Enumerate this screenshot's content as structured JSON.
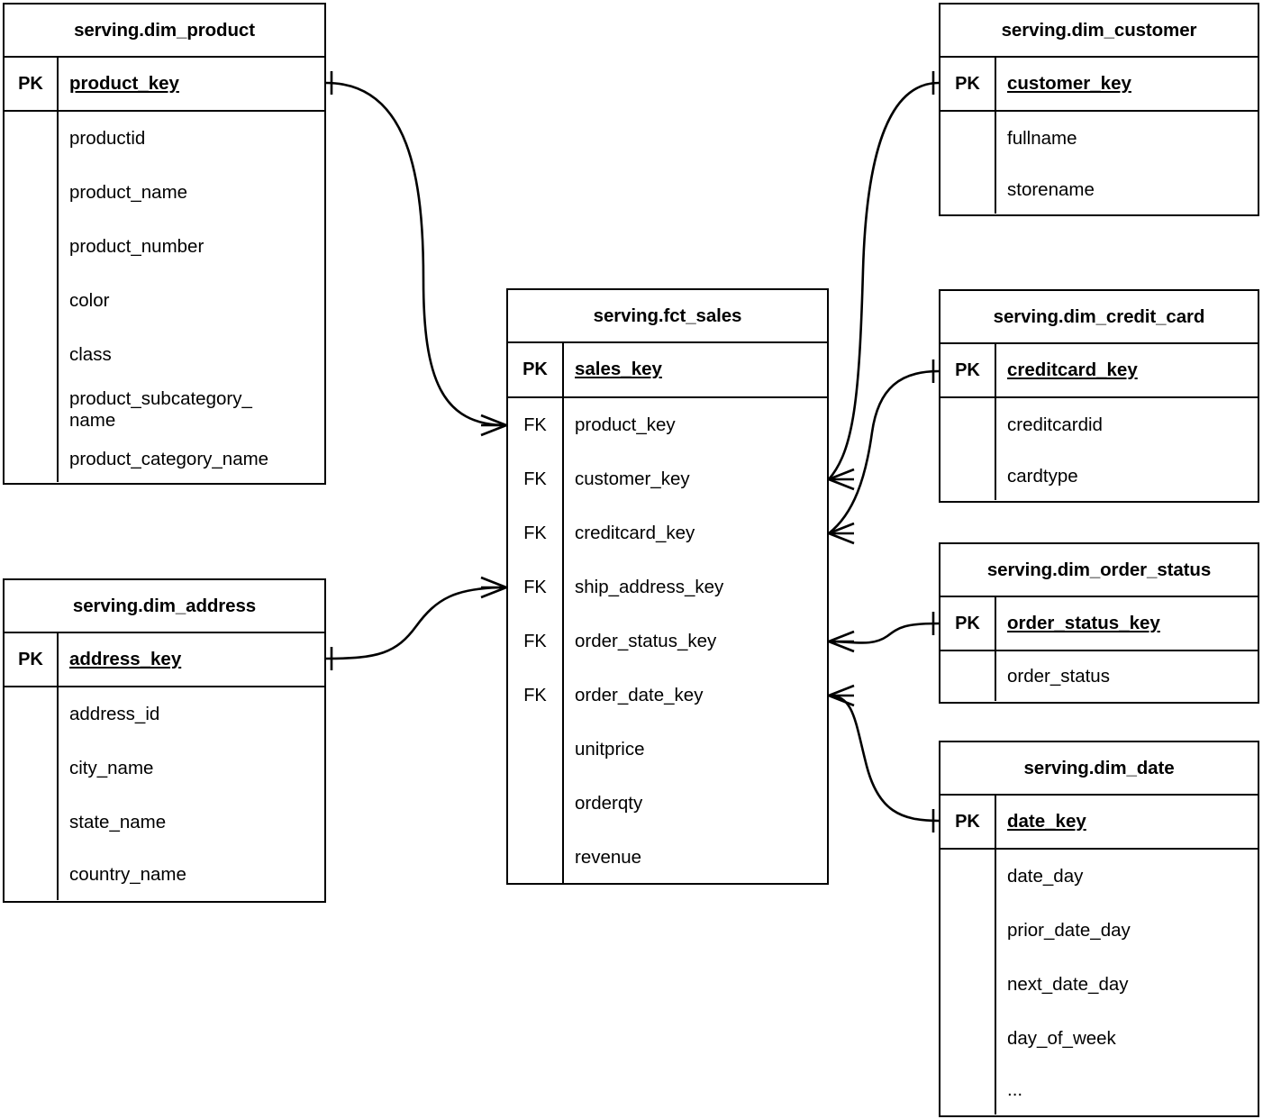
{
  "diagram": {
    "type": "entity-relationship-diagram",
    "notation": "crows-foot",
    "background_color": "#ffffff",
    "line_color": "#000000"
  },
  "entities": [
    {
      "id": "dim_product",
      "title": "serving.dim_product",
      "primary_key": {
        "badge": "PK",
        "name": "product_key"
      },
      "attributes": [
        "productid",
        "product_name",
        "product_number",
        "color",
        "class",
        "product_subcategory_\nname",
        "product_category_name"
      ]
    },
    {
      "id": "dim_address",
      "title": "serving.dim_address",
      "primary_key": {
        "badge": "PK",
        "name": "address_key"
      },
      "attributes": [
        "address_id",
        "city_name",
        "state_name",
        "country_name"
      ]
    },
    {
      "id": "fct_sales",
      "title": "serving.fct_sales",
      "primary_key": {
        "badge": "PK",
        "name": "sales_key"
      },
      "foreign_keys": [
        {
          "badge": "FK",
          "name": "product_key"
        },
        {
          "badge": "FK",
          "name": "customer_key"
        },
        {
          "badge": "FK",
          "name": "creditcard_key"
        },
        {
          "badge": "FK",
          "name": "ship_address_key"
        },
        {
          "badge": "FK",
          "name": "order_status_key"
        },
        {
          "badge": "FK",
          "name": "order_date_key"
        }
      ],
      "measures": [
        "unitprice",
        "orderqty",
        "revenue"
      ]
    },
    {
      "id": "dim_customer",
      "title": "serving.dim_customer",
      "primary_key": {
        "badge": "PK",
        "name": "customer_key"
      },
      "attributes": [
        "fullname",
        "storename"
      ]
    },
    {
      "id": "dim_credit_card",
      "title": "serving.dim_credit_card",
      "primary_key": {
        "badge": "PK",
        "name": "creditcard_key"
      },
      "attributes": [
        "creditcardid",
        "cardtype"
      ]
    },
    {
      "id": "dim_order_status",
      "title": "serving.dim_order_status",
      "primary_key": {
        "badge": "PK",
        "name": "order_status_key"
      },
      "attributes": [
        "order_status"
      ]
    },
    {
      "id": "dim_date",
      "title": "serving.dim_date",
      "primary_key": {
        "badge": "PK",
        "name": "date_key"
      },
      "attributes": [
        "date_day",
        "prior_date_day",
        "next_date_day",
        "day_of_week",
        "..."
      ]
    }
  ],
  "relationships": [
    {
      "from": "dim_product",
      "from_field": "product_key",
      "to": "fct_sales",
      "to_field": "product_key",
      "cardinality": "one-to-many"
    },
    {
      "from": "dim_address",
      "from_field": "address_key",
      "to": "fct_sales",
      "to_field": "ship_address_key",
      "cardinality": "one-to-many"
    },
    {
      "from": "dim_customer",
      "from_field": "customer_key",
      "to": "fct_sales",
      "to_field": "customer_key",
      "cardinality": "one-to-many"
    },
    {
      "from": "dim_credit_card",
      "from_field": "creditcard_key",
      "to": "fct_sales",
      "to_field": "creditcard_key",
      "cardinality": "one-to-many"
    },
    {
      "from": "dim_order_status",
      "from_field": "order_status_key",
      "to": "fct_sales",
      "to_field": "order_status_key",
      "cardinality": "one-to-many"
    },
    {
      "from": "dim_date",
      "from_field": "date_key",
      "to": "fct_sales",
      "to_field": "order_date_key",
      "cardinality": "one-to-many"
    }
  ]
}
